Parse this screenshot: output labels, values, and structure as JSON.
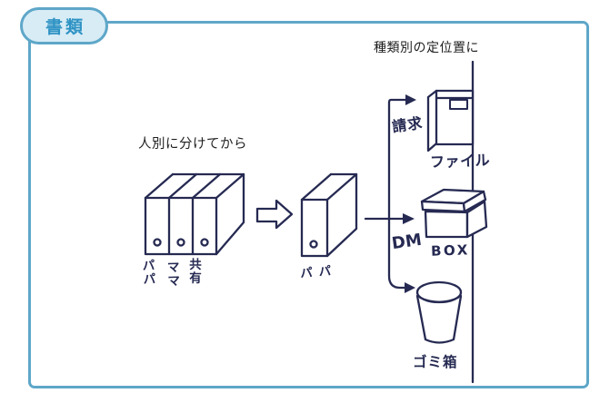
{
  "badge": {
    "label": "書類"
  },
  "captions": {
    "by_person": "人別に分けてから",
    "by_type": "種類別の定位置に"
  },
  "shelf_boxes": {
    "labels": [
      "パ\nパ",
      "マ\nマ",
      "共\n有"
    ]
  },
  "single_box": {
    "label": "パパ"
  },
  "destinations": {
    "invoice": {
      "tag": "請求",
      "container": "ファイル",
      "icon": "binder-file-icon"
    },
    "dm": {
      "tag": "DM",
      "container": "BOX",
      "icon": "storage-box-icon"
    },
    "trash": {
      "container": "ゴミ箱",
      "icon": "trash-bin-icon"
    }
  },
  "icons": {
    "shelf": "file-shelf-boxes-icon",
    "transform_arrow": "block-arrow-icon",
    "single_box": "papa-file-box-icon",
    "branch": "branch-arrows",
    "wall": "wall-line"
  },
  "colors": {
    "ink": "#262a52",
    "frame_border": "#5ea7c9",
    "badge_fill": "#d8ecf6",
    "badge_text": "#2e93c4",
    "caption_text": "#1e1e1e"
  }
}
